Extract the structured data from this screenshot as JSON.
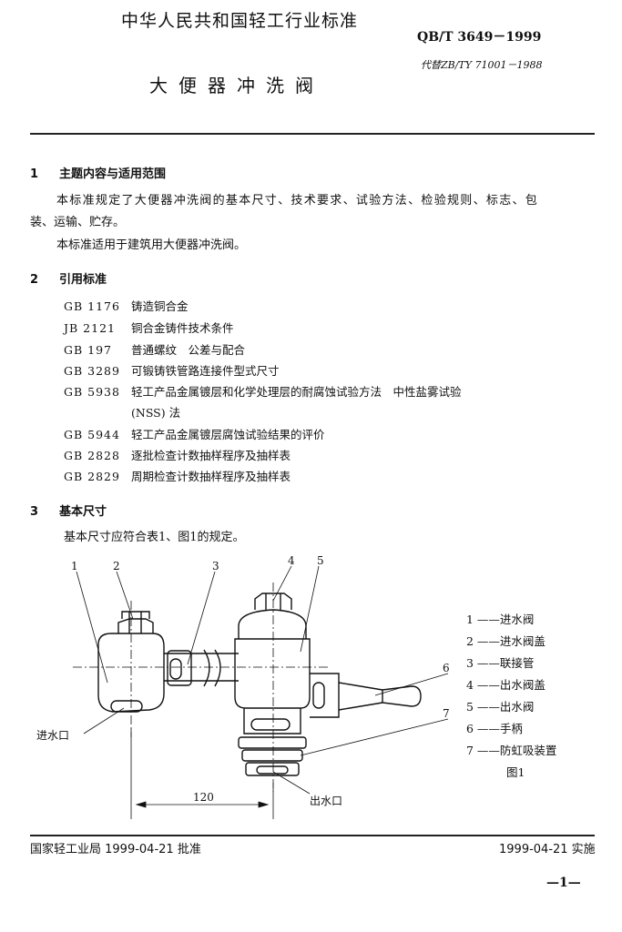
{
  "header": {
    "title": "中华人民共和国轻工行业标准",
    "standard_no": "QB/T 3649－1999",
    "replaces": "代替ZB/TY 71001－1988",
    "doc_title": "大便器冲洗阀"
  },
  "sections": [
    {
      "number": "1",
      "heading": "主题内容与适用范围",
      "paragraphs": [
        "本标准规定了大便器冲洗阀的基本尺寸、技术要求、试验方法、检验规则、标志、包",
        "装、运输、贮存。",
        "本标准适用于建筑用大便器冲洗阀。"
      ]
    },
    {
      "number": "2",
      "heading": "引用标准",
      "references": [
        {
          "code": "GB 1176",
          "title": "铸造铜合金"
        },
        {
          "code": "JB 2121",
          "title": "铜合金铸件技术条件"
        },
        {
          "code": "GB 197",
          "title": "普通螺纹　公差与配合"
        },
        {
          "code": "GB 3289",
          "title": "可锻铸铁管路连接件型式尺寸"
        },
        {
          "code": "GB 5938",
          "title": "轻工产品金属镀层和化学处理层的耐腐蚀试验方法　中性盐雾试验"
        },
        {
          "code": "",
          "title": "(NSS) 法"
        },
        {
          "code": "GB 5944",
          "title": "轻工产品金属镀层腐蚀试验结果的评价"
        },
        {
          "code": "GB 2828",
          "title": "逐批检查计数抽样程序及抽样表"
        },
        {
          "code": "GB 2829",
          "title": "周期检查计数抽样程序及抽样表"
        }
      ]
    },
    {
      "number": "3",
      "heading": "基本尺寸",
      "paragraphs": [
        "基本尺寸应符合表1、图1的规定。"
      ]
    }
  ],
  "figure": {
    "callouts": [
      "1",
      "2",
      "3",
      "4",
      "5",
      "6",
      "7"
    ],
    "inlet_label": "进水口",
    "outlet_label": "出水口",
    "dimension": "120",
    "legend": [
      "1 ——进水阀",
      "2 ——进水阀盖",
      "3 ——联接管",
      "4 ——出水阀盖",
      "5 ——出水阀",
      "6 ——手柄",
      "7 ——防虹吸装置"
    ],
    "caption": "图1"
  },
  "footer": {
    "approval": "国家轻工业局 1999-04-21 批准",
    "implementation": "1999-04-21 实施",
    "page": "—1—"
  }
}
